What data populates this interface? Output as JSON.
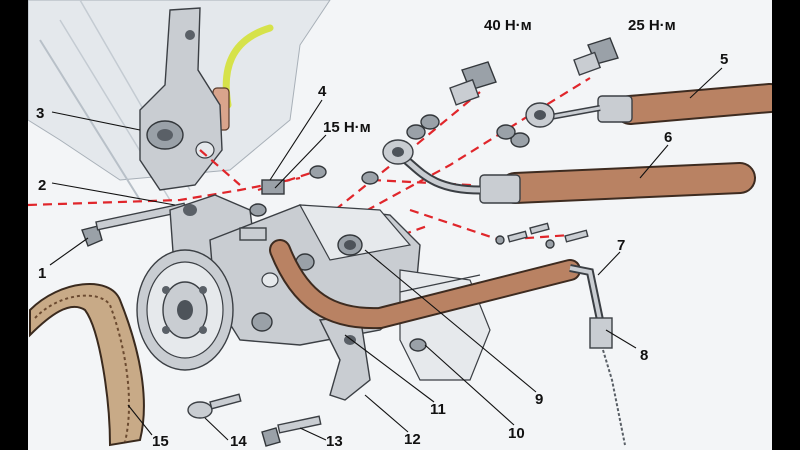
{
  "torque_labels": {
    "t40": "40 Н·м",
    "t25": "25 Н·м",
    "t15": "15 Н·м"
  },
  "callouts": [
    "1",
    "2",
    "3",
    "4",
    "5",
    "6",
    "7",
    "8",
    "9",
    "10",
    "11",
    "12",
    "13",
    "14",
    "15"
  ],
  "colors": {
    "dash_line": "#e0262b",
    "hose": "#b98263",
    "metal": "#c9cdd2",
    "background_panel": "#f2f4f6",
    "wire": "#d6e24a"
  }
}
